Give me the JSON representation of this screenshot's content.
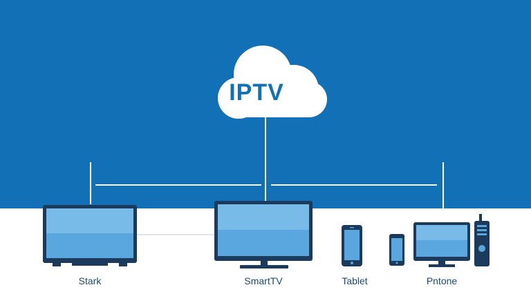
{
  "colors": {
    "background_top": "#1270b7",
    "background_bottom": "#ffffff",
    "device_frame": "#1b3a5c",
    "screen": "#5aa7e0",
    "cloud_fill": "#ffffff",
    "cloud_text": "#1270b7",
    "label_text": "#1b4a73",
    "connector_lines": "#ffffff"
  },
  "cloud": {
    "label": "IPTV",
    "icon": "cloud-icon"
  },
  "devices": [
    {
      "label": "Stark",
      "icon": "monitor-icon"
    },
    {
      "label": "SmartTV",
      "icon": "tv-icon"
    },
    {
      "label": "Tablet",
      "icon": "tablet-icon"
    },
    {
      "label": "Pntone",
      "icon": "desktop-phone-icon"
    }
  ]
}
